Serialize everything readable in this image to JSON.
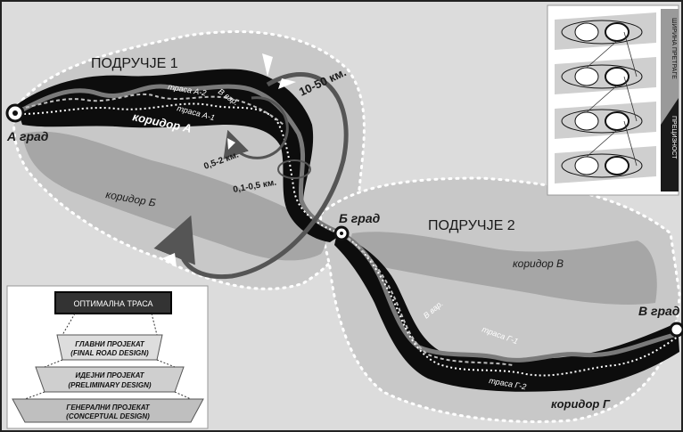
{
  "map": {
    "area_1": "ПОДРУЧЈЕ 1",
    "area_2": "ПОДРУЧЈЕ 2",
    "city_a": "А град",
    "city_b": "Б град",
    "city_v": "В град",
    "corridor_a": "коридор А",
    "corridor_b": "коридор Б",
    "corridor_v": "коридор В",
    "corridor_g": "коридор Г",
    "route_a2": "траса А-2",
    "route_a1": "траса А-1",
    "route_g1": "траса Г-1",
    "route_g2": "траса Г-2",
    "var_1": "В вар.",
    "var_2": "В вар.",
    "dist_10_50": "10-50 км.",
    "dist_05_2": "0,5-2 км.",
    "dist_01_05": "0,1-0,5 км."
  },
  "inset_right": {
    "label_top": "ШИРИНА ПРЕТРАГЕ",
    "label_bottom": "ПРЕЦИЗНОСТ"
  },
  "inset_left": {
    "optimal_route": "ОПТИМАЛНА ТРАСА",
    "main_project": "ГЛАВНИ ПРОЈЕКАТ",
    "main_project_en": "(FINAL ROAD DESIGN)",
    "idea_project": "ИДЕЈНИ ПРОЈЕКАТ",
    "idea_project_en": "(PRELIMINARY DESIGN)",
    "general_project": "ГЕНЕРАЛНИ ПРОЈЕКАТ",
    "general_project_en": "(CONCEPTUAL DESIGN)"
  },
  "colors": {
    "background": "#dcdcdc",
    "corridor_dark": "#0d0d0d",
    "corridor_light": "#ababab",
    "region_fill": "#c3c3c3",
    "arrow": "#555555"
  }
}
